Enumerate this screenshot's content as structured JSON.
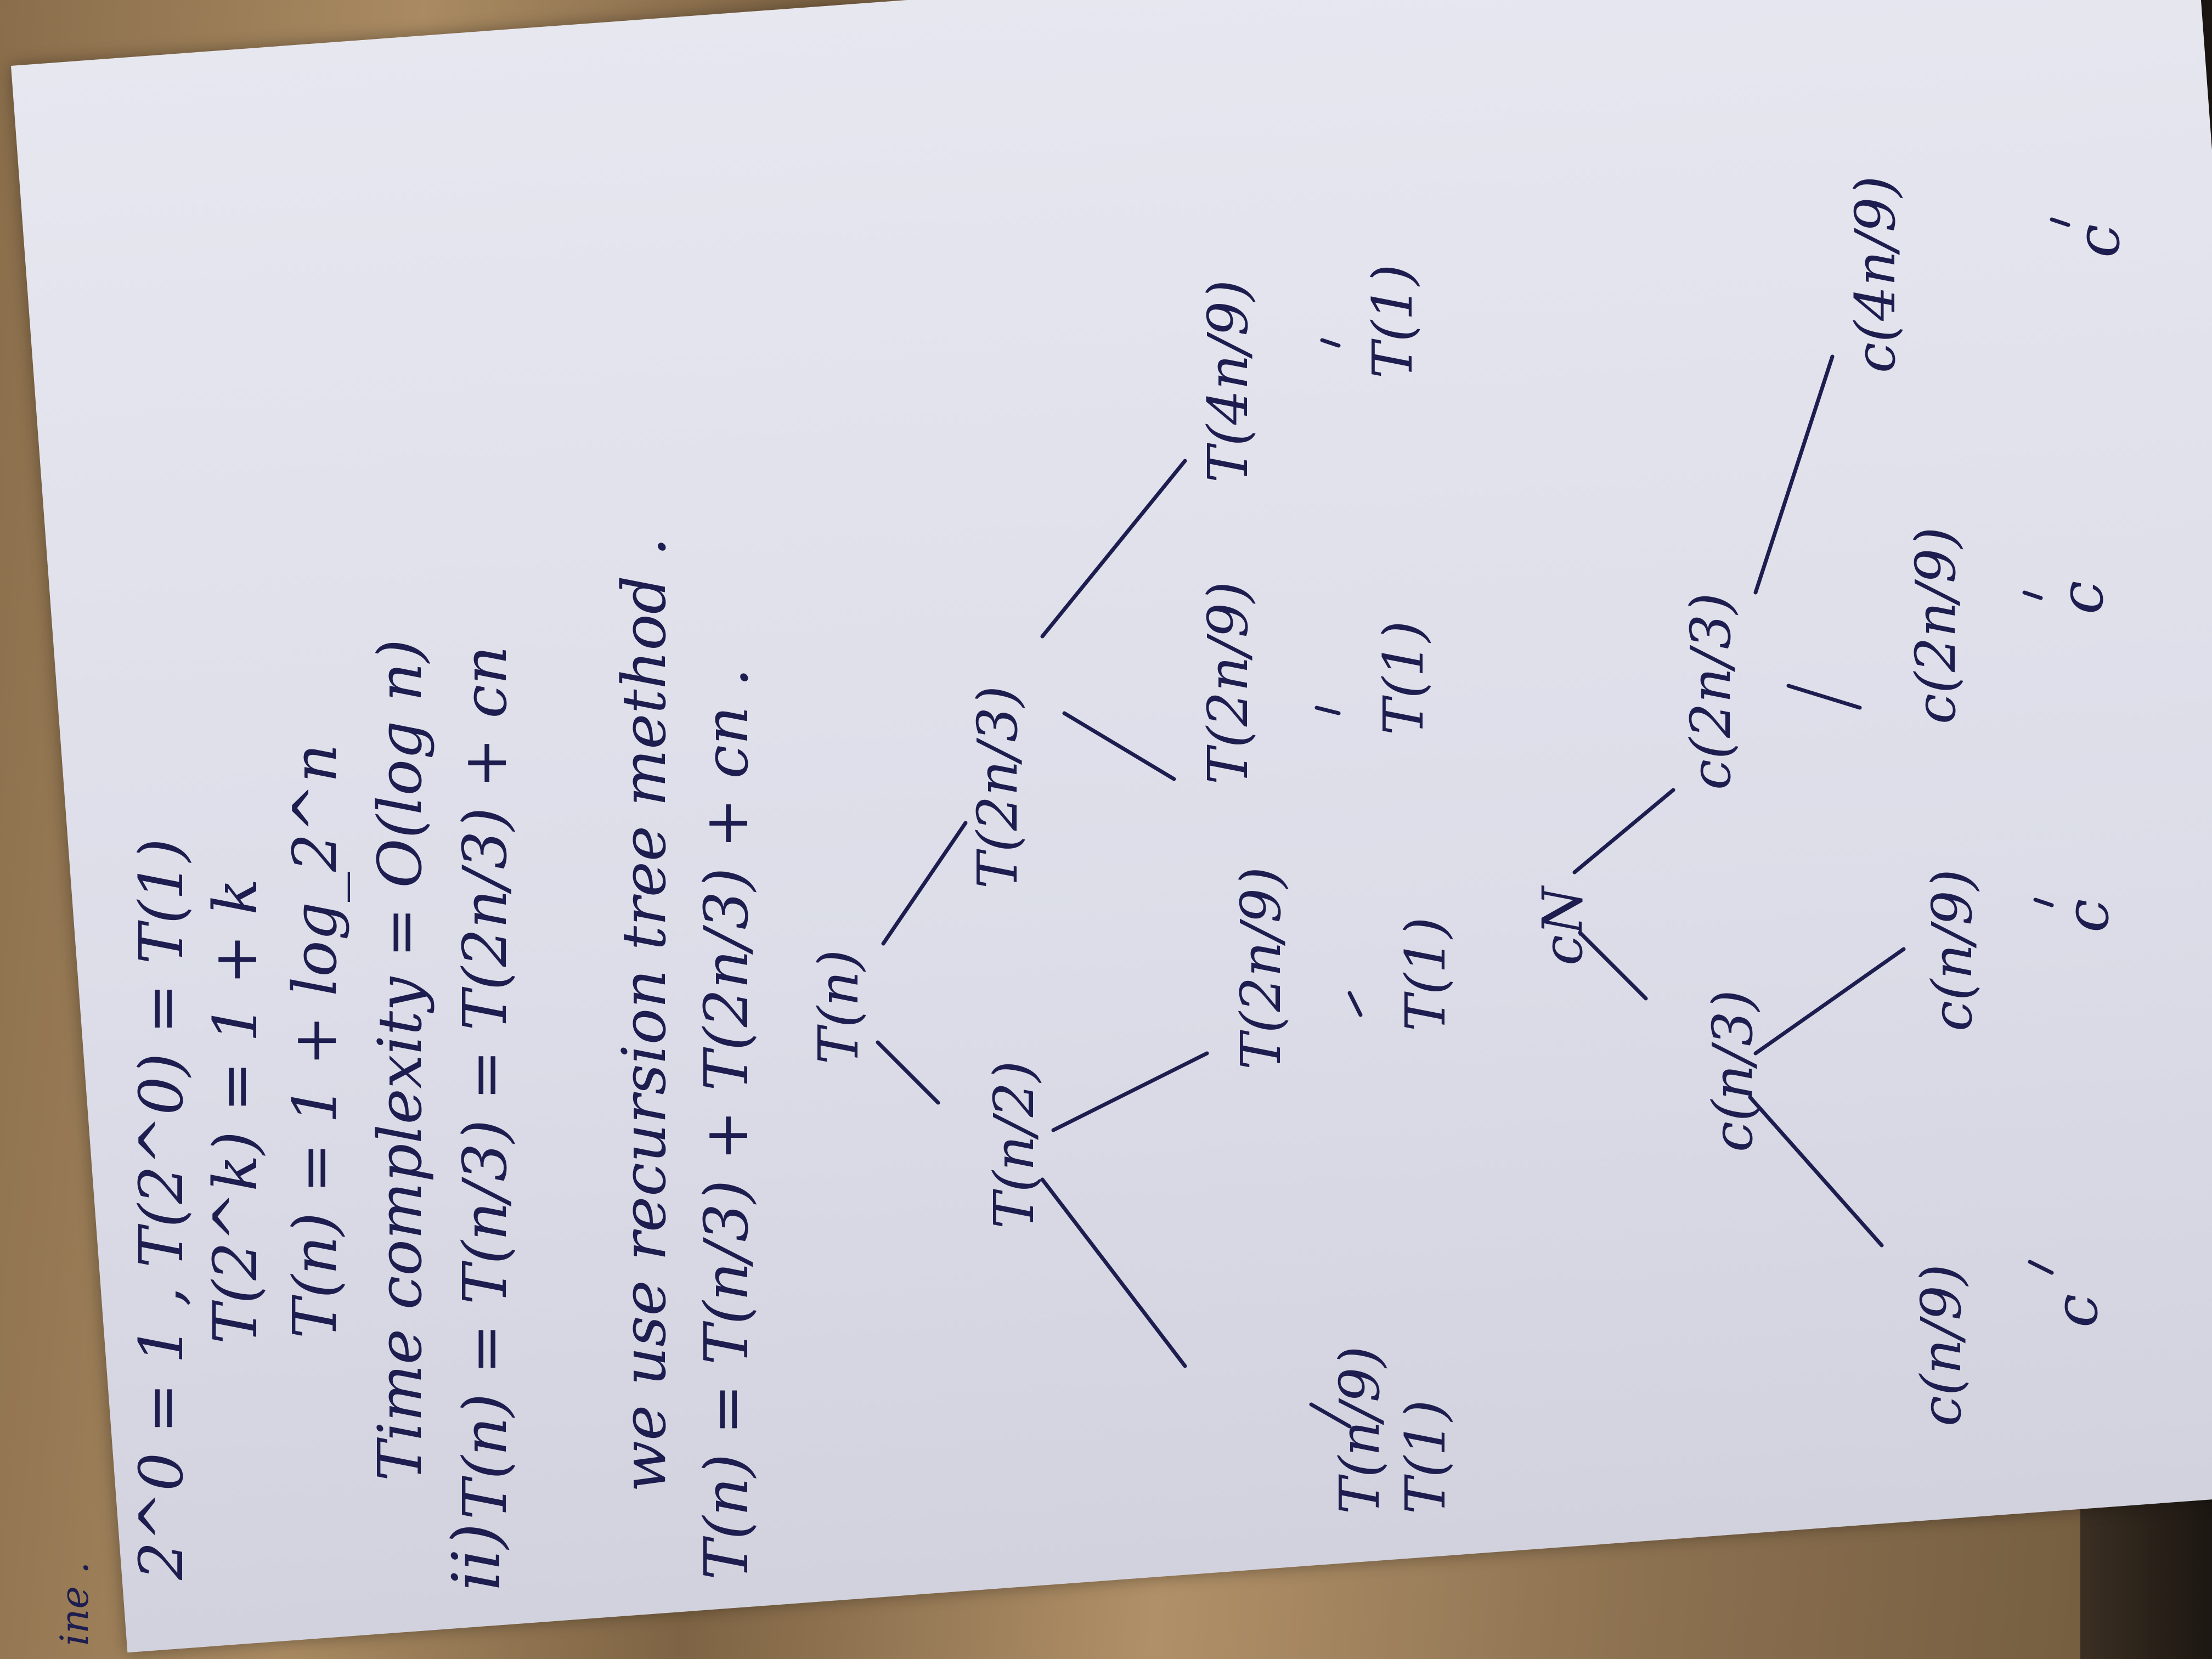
{
  "notes": {
    "header_fragment": "ine .",
    "line1": "2^0 = 1 , T(2^0) = T(1)",
    "line2": "T(2^k) = 1 + k",
    "line3": "T(n) = 1 + log_2^n",
    "line4": "Time complexity = O(log n)",
    "part_label": "ii)",
    "line5": "T(n) = T(n/3) = T(2n/3) + cn",
    "line6": "we use recursion tree method .",
    "line7": "T(n) = T(n/3) + T(2n/3) + cn ."
  },
  "tree1": {
    "root": "T(n)",
    "left": "T(n/2)",
    "right": "T(2n/3)",
    "ll": "T(n/9)",
    "lr": "T(2n/9)",
    "rl": "T(2n/9)",
    "rr": "T(4n/9)",
    "ll_leaf": "T(1)",
    "lr_leaf": "T(1)",
    "rl_leaf": "T(1)",
    "rr_leaf": "T(1)"
  },
  "tree2": {
    "root": "cN",
    "left": "c(n/3)",
    "right": "c(2n/3)",
    "ll": "c(n/9)",
    "lr": "c(n/9)",
    "rl": "c(2n/9)",
    "rr": "c(4n/9)",
    "ll_leaf": "c",
    "lr_leaf": "c",
    "rl_leaf": "c",
    "rr_leaf": "c"
  },
  "colors": {
    "ink": "#1d1d4f",
    "paper": "#dfe0ea"
  }
}
